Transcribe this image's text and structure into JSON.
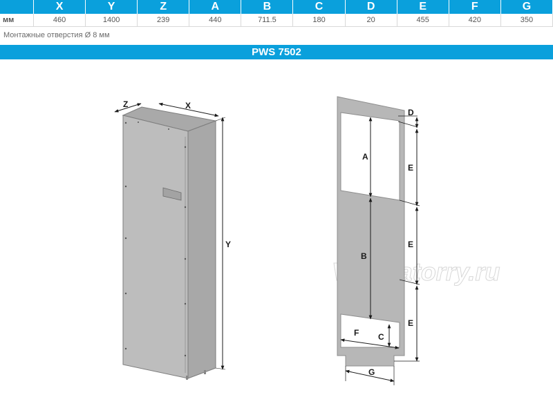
{
  "table": {
    "header": [
      "",
      "X",
      "Y",
      "Z",
      "A",
      "B",
      "C",
      "D",
      "E",
      "F",
      "G"
    ],
    "unit_label": "мм",
    "values": [
      "460",
      "1400",
      "239",
      "440",
      "711.5",
      "180",
      "20",
      "455",
      "420",
      "350"
    ]
  },
  "note": "Монтажные отверстия Ø 8 мм",
  "model": "PWS 7502",
  "drawing_labels": {
    "cabinet": {
      "z": "Z",
      "x": "X",
      "y": "Y"
    },
    "panel": {
      "a": "A",
      "b": "B",
      "c": "C",
      "d": "D",
      "e1": "E",
      "e2": "E",
      "e3": "E",
      "f": "F",
      "g": "G"
    }
  },
  "watermark": "Ventilatorry.ru",
  "colors": {
    "accent": "#0aa0dc",
    "cabinet": "#b2b2b2",
    "panel": "#b5b5b5"
  }
}
